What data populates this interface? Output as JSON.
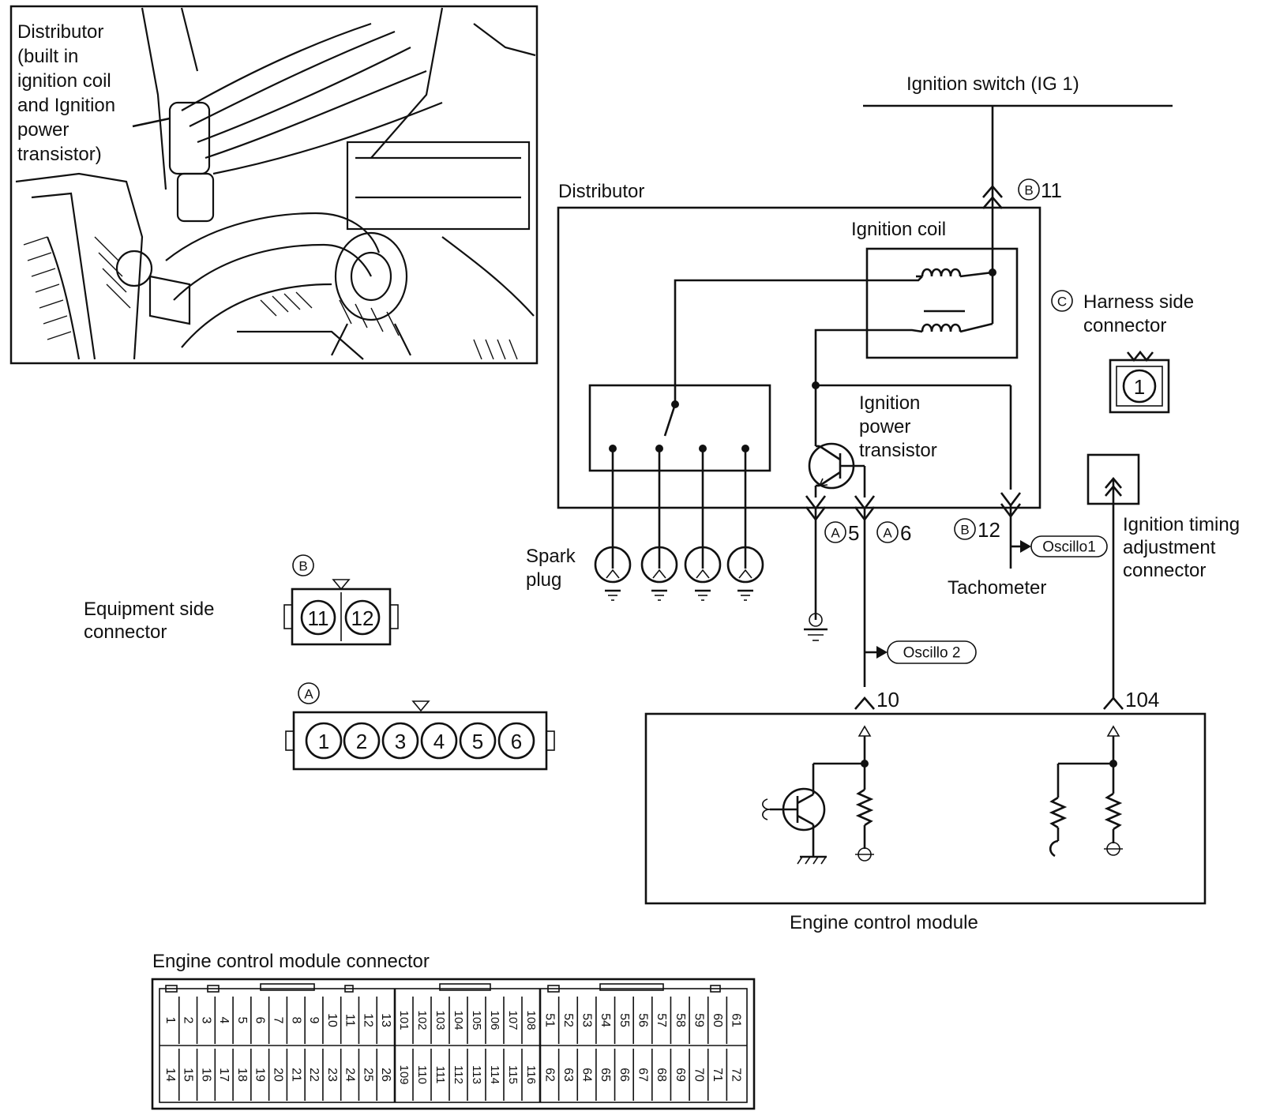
{
  "photo": {
    "label_lines": [
      "Distributor",
      "(built in",
      "ignition coil",
      "and Ignition",
      "power",
      "transistor)"
    ]
  },
  "labels": {
    "ignition_switch": "Ignition switch (IG 1)",
    "distributor": "Distributor",
    "ignition_coil": "Ignition coil",
    "harness_side": [
      "Harness side",
      "connector"
    ],
    "ignition_power_transistor": [
      "Ignition",
      "power",
      "transistor"
    ],
    "spark_plug": [
      "Spark",
      "plug"
    ],
    "tachometer": "Tachometer",
    "ignition_timing": [
      "Ignition timing",
      "adjustment",
      "connector"
    ],
    "equipment_side": [
      "Equipment side",
      "connector"
    ],
    "engine_control_module": "Engine control module",
    "ecm_connector": "Engine control module connector"
  },
  "terminals": {
    "b11": "11",
    "a5": "5",
    "a6": "6",
    "b12": "12",
    "ecm_10": "10",
    "ecm_104": "104"
  },
  "markers": {
    "A": "A",
    "B": "B",
    "C": "C"
  },
  "oscillo": {
    "one": "Oscillo1",
    "two": "Oscillo 2"
  },
  "connectors": {
    "c_pins": [
      "1"
    ],
    "b_pins": [
      "11",
      "12"
    ],
    "a_pins": [
      "1",
      "2",
      "3",
      "4",
      "5",
      "6"
    ]
  },
  "ecm_connector_pins": {
    "g1_top": [
      "1",
      "2",
      "3",
      "4",
      "5",
      "6",
      "7",
      "8",
      "9",
      "10",
      "11",
      "12",
      "13"
    ],
    "g1_bot": [
      "14",
      "15",
      "16",
      "17",
      "18",
      "19",
      "20",
      "21",
      "22",
      "23",
      "24",
      "25",
      "26"
    ],
    "g2_top": [
      "101",
      "102",
      "103",
      "104",
      "105",
      "106",
      "107",
      "108"
    ],
    "g2_bot": [
      "109",
      "110",
      "111",
      "112",
      "113",
      "114",
      "115",
      "116"
    ],
    "g3_top": [
      "51",
      "52",
      "53",
      "54",
      "55",
      "56",
      "57",
      "58",
      "59",
      "60",
      "61"
    ],
    "g3_bot": [
      "62",
      "63",
      "64",
      "65",
      "66",
      "67",
      "68",
      "69",
      "70",
      "71",
      "72"
    ]
  }
}
